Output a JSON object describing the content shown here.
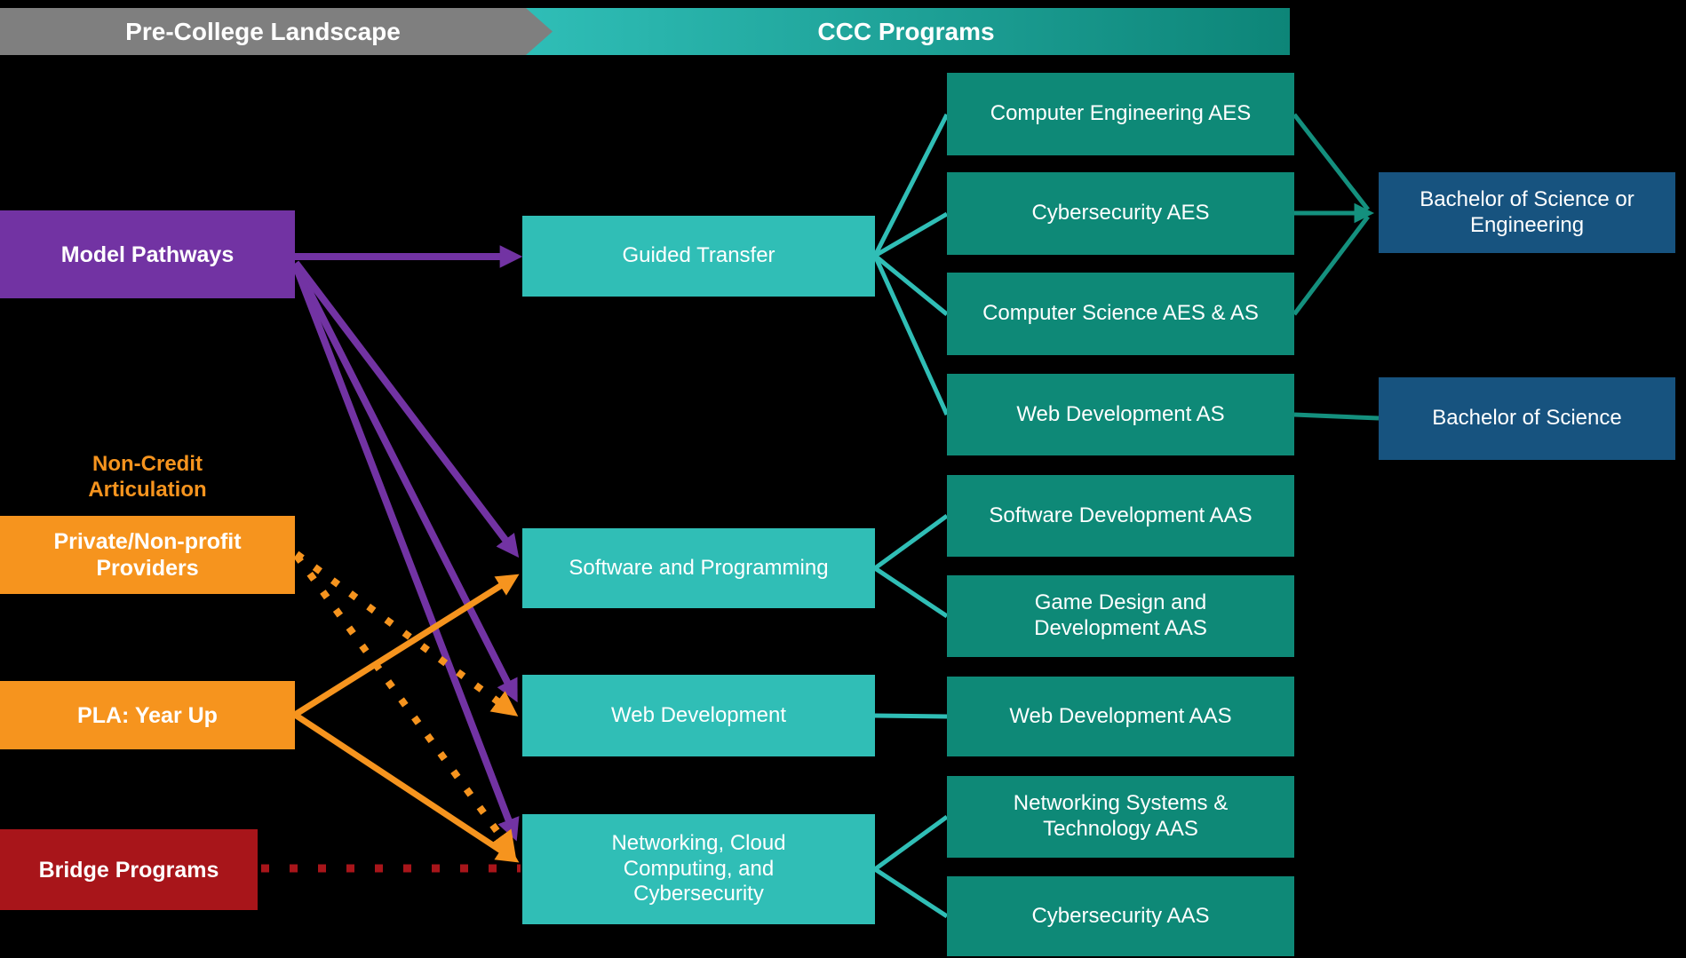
{
  "colors": {
    "purple": "#7233A3",
    "orange": "#F6941E",
    "red": "#A8151A",
    "teal": "#30BEB6",
    "green": "#0E8977",
    "green_line": "#14907E",
    "blue": "#17537F",
    "gray": "#7F7F7F",
    "banner_teal_start": "#2FBEB7",
    "banner_teal_end": "#0D8578",
    "text": "#FFFFFF"
  },
  "header": {
    "precollege": "Pre-College Landscape",
    "ccc": "CCC Programs"
  },
  "precollege": {
    "model_pathways": "Model Pathways",
    "noncredit_articulation": [
      "Non-Credit",
      "Articulation"
    ],
    "private_providers": [
      "Private/Non-profit",
      "Providers"
    ],
    "pla_year_up": "PLA: Year Up",
    "bridge_programs": "Bridge Programs"
  },
  "ccc": {
    "guided_transfer": "Guided Transfer",
    "software_programming": "Software and Programming",
    "web_development": "Web Development",
    "networking": [
      "Networking, Cloud",
      "Computing, and",
      "Cybersecurity"
    ]
  },
  "programs": {
    "computer_engineering_aes": "Computer Engineering AES",
    "cybersecurity_aes": "Cybersecurity AES",
    "computer_science_aes_as": "Computer Science AES & AS",
    "web_development_as": "Web Development AS",
    "software_development_aas": "Software Development AAS",
    "game_design_aas": [
      "Game Design and",
      "Development AAS"
    ],
    "web_development_aas": "Web Development AAS",
    "networking_systems_aas": [
      "Networking Systems &",
      "Technology AAS"
    ],
    "cybersecurity_aas": "Cybersecurity AAS"
  },
  "university": {
    "bs_or_engineering": [
      "Bachelor of Science or",
      "Engineering"
    ],
    "bs": "Bachelor of Science"
  }
}
